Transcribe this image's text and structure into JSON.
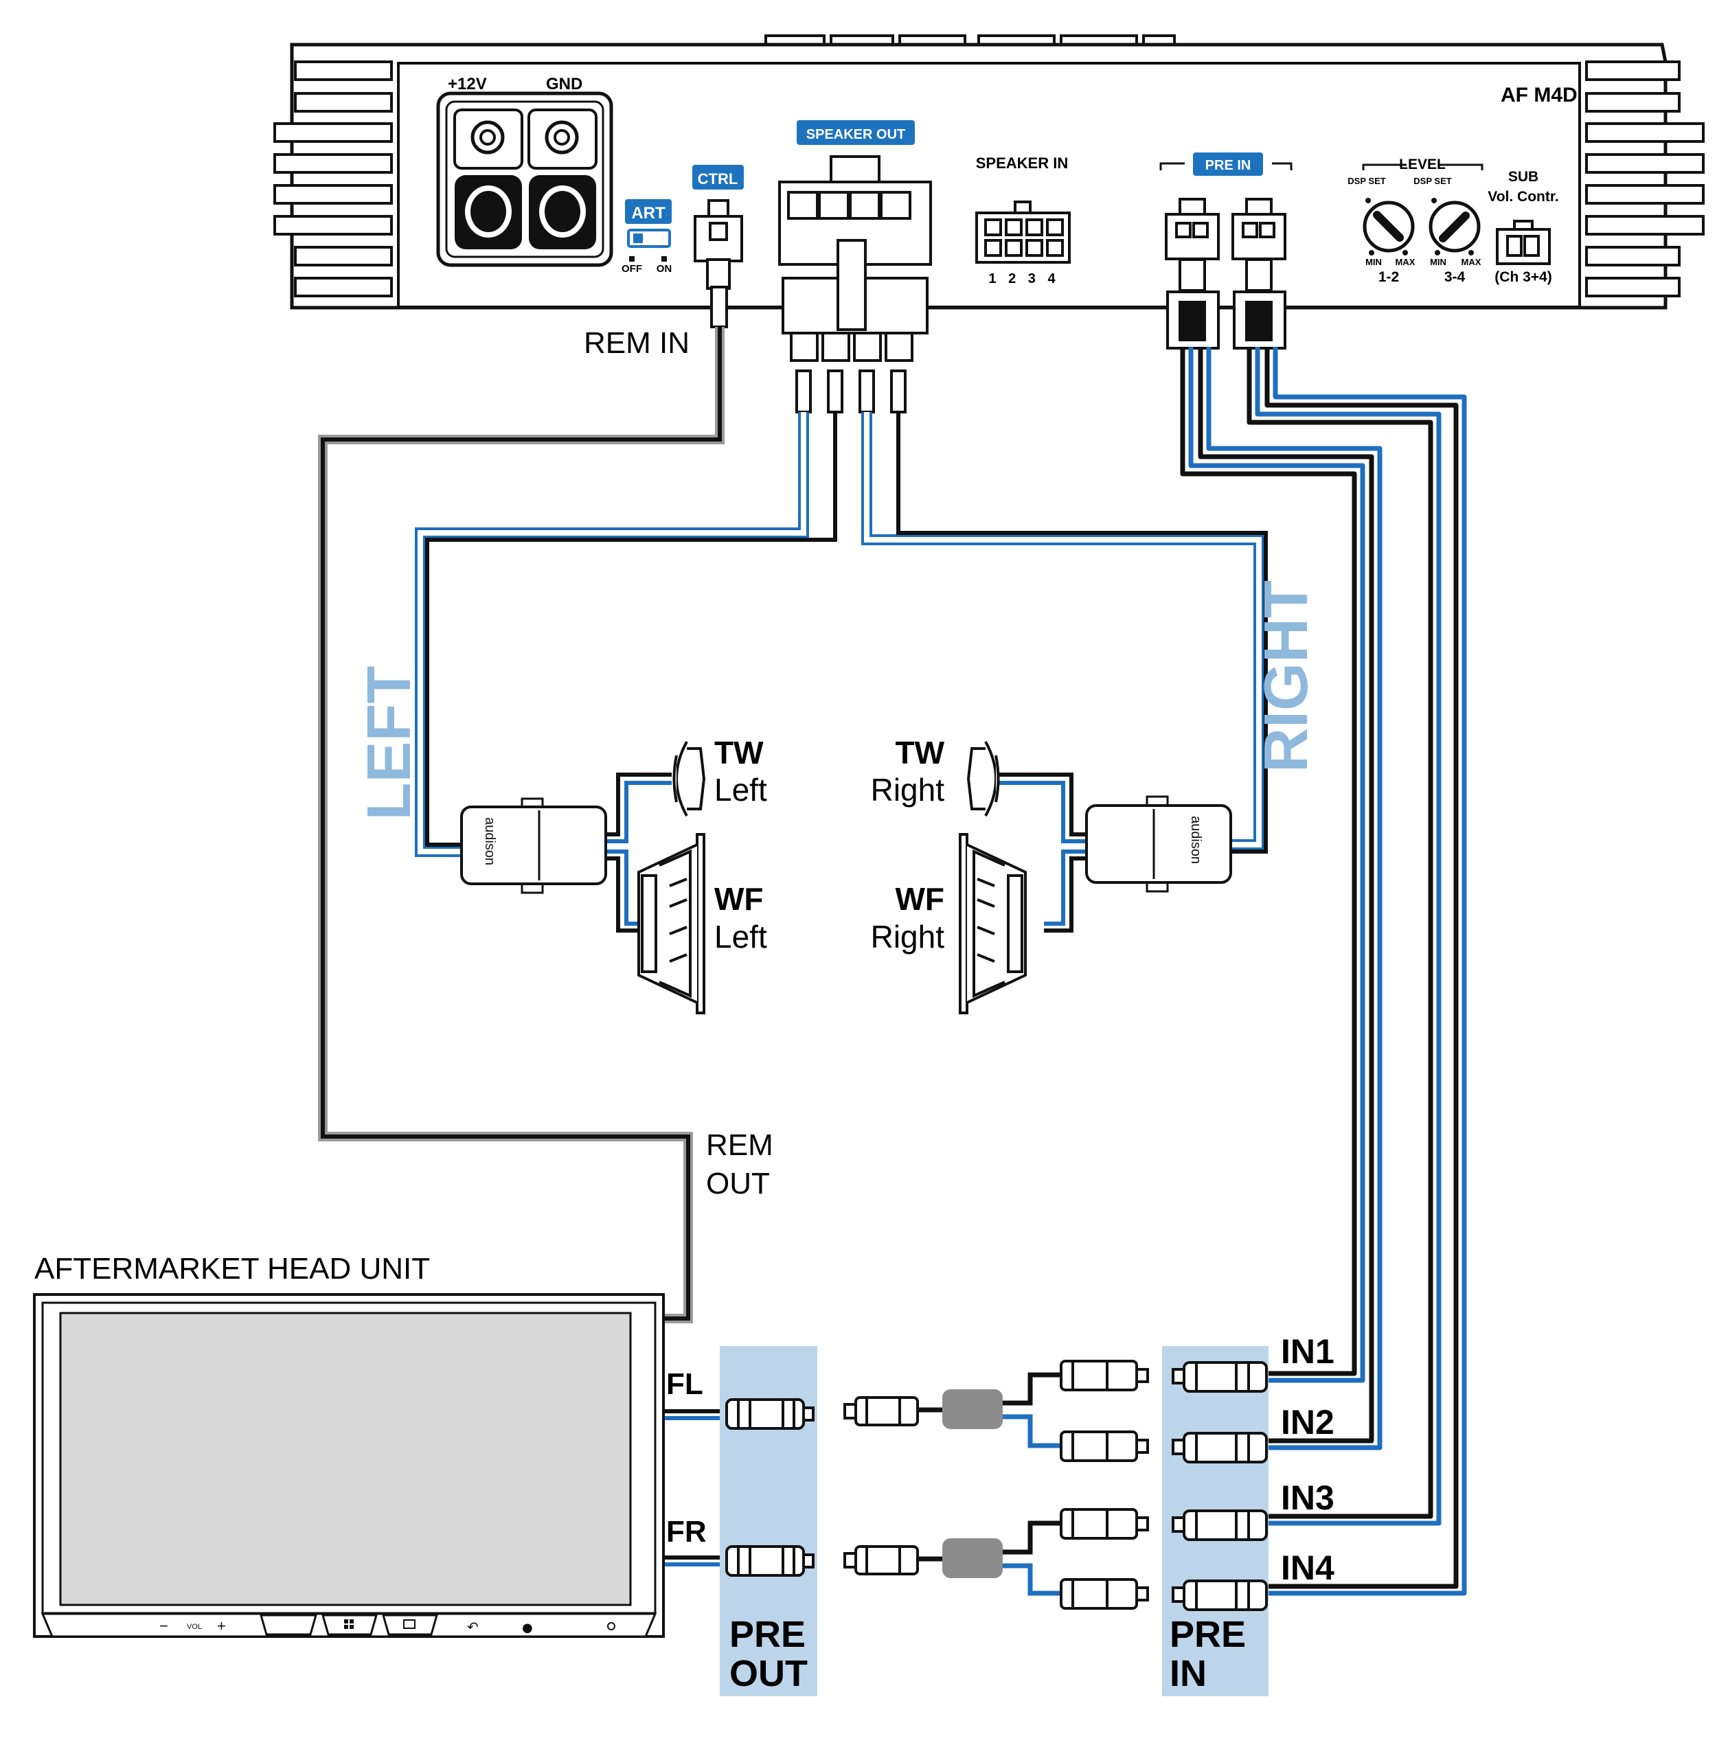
{
  "amplifier": {
    "model": "AF M4D",
    "power_labels": {
      "plus12v": "+12V",
      "gnd": "GND"
    },
    "art": {
      "label": "ART",
      "off": "OFF",
      "on": "ON"
    },
    "ctrl": {
      "label": "CTRL"
    },
    "speaker_out": {
      "label": "SPEAKER OUT"
    },
    "speaker_in": {
      "label": "SPEAKER IN",
      "pins": "1 2 3 4"
    },
    "pre_in": {
      "label": "PRE IN"
    },
    "level": {
      "label": "LEVEL",
      "dsp_set": "DSP SET",
      "min": "MIN",
      "max": "MAX",
      "ch12": "1-2",
      "ch34": "3-4"
    },
    "sub": {
      "label1": "SUB",
      "label2": "Vol. Contr.",
      "label3": "(Ch 3+4)"
    }
  },
  "wiring": {
    "rem_in": "REM IN",
    "rem_out_1": "REM",
    "rem_out_2": "OUT",
    "left": "LEFT",
    "right": "RIGHT"
  },
  "speakers": {
    "tw_left": {
      "l1": "TW",
      "l2": "Left"
    },
    "wf_left": {
      "l1": "WF",
      "l2": "Left"
    },
    "tw_right": {
      "l1": "TW",
      "l2": "Right"
    },
    "wf_right": {
      "l1": "WF",
      "l2": "Right"
    },
    "crossover_brand": "audison"
  },
  "head_unit": {
    "title": "AFTERMARKET HEAD UNIT",
    "vol": "VOL",
    "fl": "FL",
    "fr": "FR"
  },
  "pre_out_block": {
    "l1": "PRE",
    "l2": "OUT"
  },
  "pre_in_block": {
    "l1": "PRE",
    "l2": "IN"
  },
  "inputs": [
    "IN1",
    "IN2",
    "IN3",
    "IN4"
  ],
  "colors": {
    "blue": "#1f6fbf",
    "light_blue_text": "#8fb8dd",
    "panel_blue": "#bdd5ea",
    "badge_blue": "#1e73be",
    "black": "#111111",
    "grey": "#9a9a9a"
  }
}
